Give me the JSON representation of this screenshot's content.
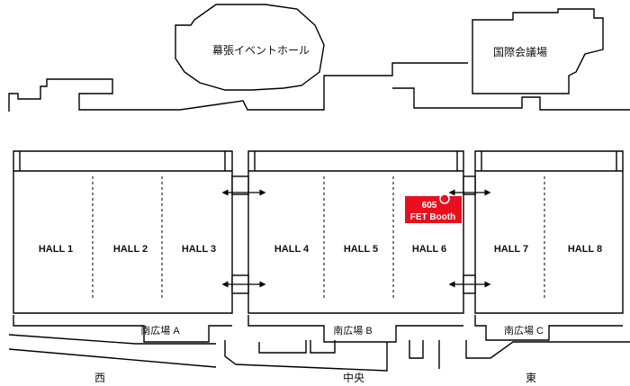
{
  "buildings": {
    "event_hall": "幕張イベントホール",
    "intl_conference": "国際会議場"
  },
  "halls": [
    "HALL 1",
    "HALL 2",
    "HALL 3",
    "HALL 4",
    "HALL 5",
    "HALL 6",
    "HALL 7",
    "HALL 8"
  ],
  "highlighted_hall": "HALL 6",
  "booth": {
    "number": "605",
    "name": "FET Booth"
  },
  "plazas": {
    "a": "南広場 A",
    "b": "南広場 B",
    "c": "南広場 C"
  },
  "directions": {
    "west": "西",
    "center": "中央",
    "east": "東"
  },
  "colors": {
    "highlight": "#e8101e",
    "line": "#000000",
    "background": "#ffffff"
  },
  "icons": {
    "booth_marker": "location-dot-icon",
    "passage_arrow": "double-arrow-icon"
  }
}
